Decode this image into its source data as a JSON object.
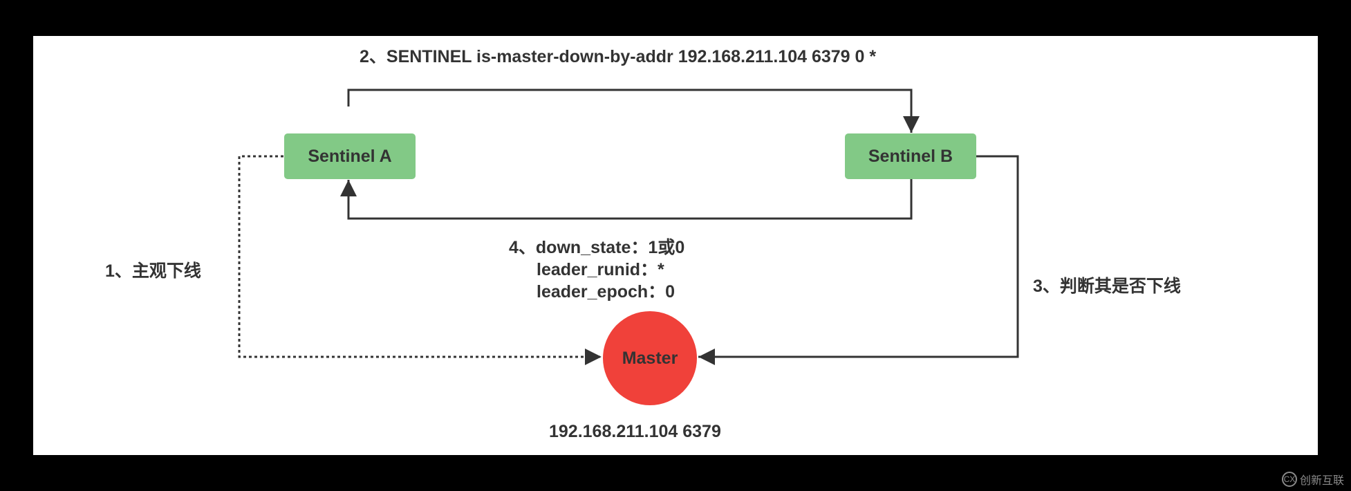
{
  "labels": {
    "step2": "2、SENTINEL is-master-down-by-addr 192.168.211.104 6379 0 *",
    "step1": "1、主观下线",
    "step3": "3、判断其是否下线",
    "step4_line1": "4、down_state：1或0",
    "step4_line2": "leader_runid：*",
    "step4_line3": "leader_epoch：0",
    "master_addr": "192.168.211.104 6379"
  },
  "nodes": {
    "sentinel_a": "Sentinel A",
    "sentinel_b": "Sentinel B",
    "master": "Master"
  },
  "colors": {
    "sentinel_fill": "#82c986",
    "master_fill": "#f0413a",
    "line": "#333333"
  },
  "watermark": {
    "logo": "CX",
    "text": "创新互联"
  }
}
